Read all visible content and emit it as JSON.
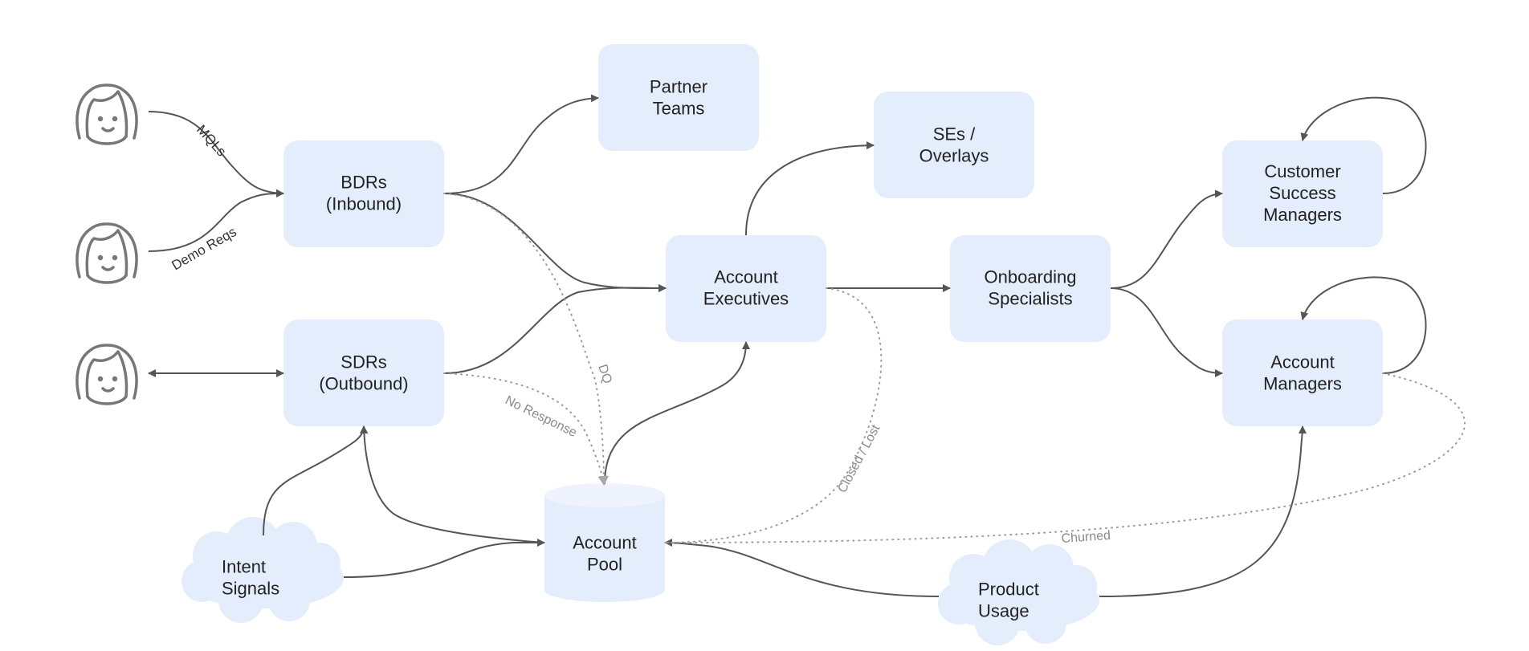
{
  "nodes": {
    "partner_teams": [
      "Partner",
      "Teams"
    ],
    "bdrs": [
      "BDRs",
      "(Inbound)"
    ],
    "sdrs": [
      "SDRs",
      "(Outbound)"
    ],
    "ses": [
      "SEs /",
      "Overlays"
    ],
    "account_executives": [
      "Account",
      "Executives"
    ],
    "onboarding": [
      "Onboarding",
      "Specialists"
    ],
    "csm": [
      "Customer",
      "Success",
      "Managers"
    ],
    "account_managers": [
      "Account",
      "Managers"
    ],
    "account_pool": [
      "Account",
      "Pool"
    ],
    "intent_signals": [
      "Intent",
      "Signals"
    ],
    "product_usage": [
      "Product",
      "Usage"
    ]
  },
  "edge_labels": {
    "mqls": "MQLs",
    "demo_reqs": "Demo Reqs",
    "dq": "DQ",
    "no_response": "No Response",
    "closed_lost": "Closed / Lost",
    "churned": "Churned"
  },
  "colors": {
    "node_fill": "#e4edfb",
    "edge": "#555555",
    "edge_dotted": "#9a9a9a",
    "person_icon": "#777777"
  },
  "icons": [
    "person-icon",
    "person-icon",
    "person-icon"
  ]
}
